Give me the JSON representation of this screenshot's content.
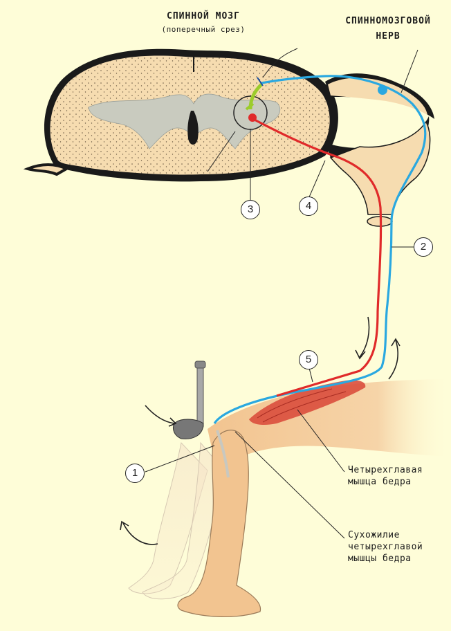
{
  "labels": {
    "spinal_cord_title": "СПИННОЙ МОЗГ",
    "spinal_cord_subtitle": "(поперечный срез)",
    "spinal_nerve_line1": "СПИННОМОЗГОВОЙ",
    "spinal_nerve_line2": "НЕРВ",
    "quadriceps_line1": "Четырехглавая",
    "quadriceps_line2": "мышца бедра",
    "tendon_line1": "Сухожилие",
    "tendon_line2": "четырехглавой",
    "tendon_line3": "мышцы бедра"
  },
  "markers": [
    "1",
    "2",
    "3",
    "4",
    "5"
  ],
  "colors": {
    "background": "#fefdd8",
    "cord_tissue": "#f6dcb0",
    "grey_matter": "#c9cbbf",
    "sensory_neuron": "#2aa8e0",
    "motor_neuron": "#e02a2a",
    "interneuron": "#9ccc2c",
    "muscle": "#d94a3a",
    "skin": "#f2c490"
  },
  "icons": [
    "reflex-hammer-icon",
    "motion-arrow-icon"
  ]
}
